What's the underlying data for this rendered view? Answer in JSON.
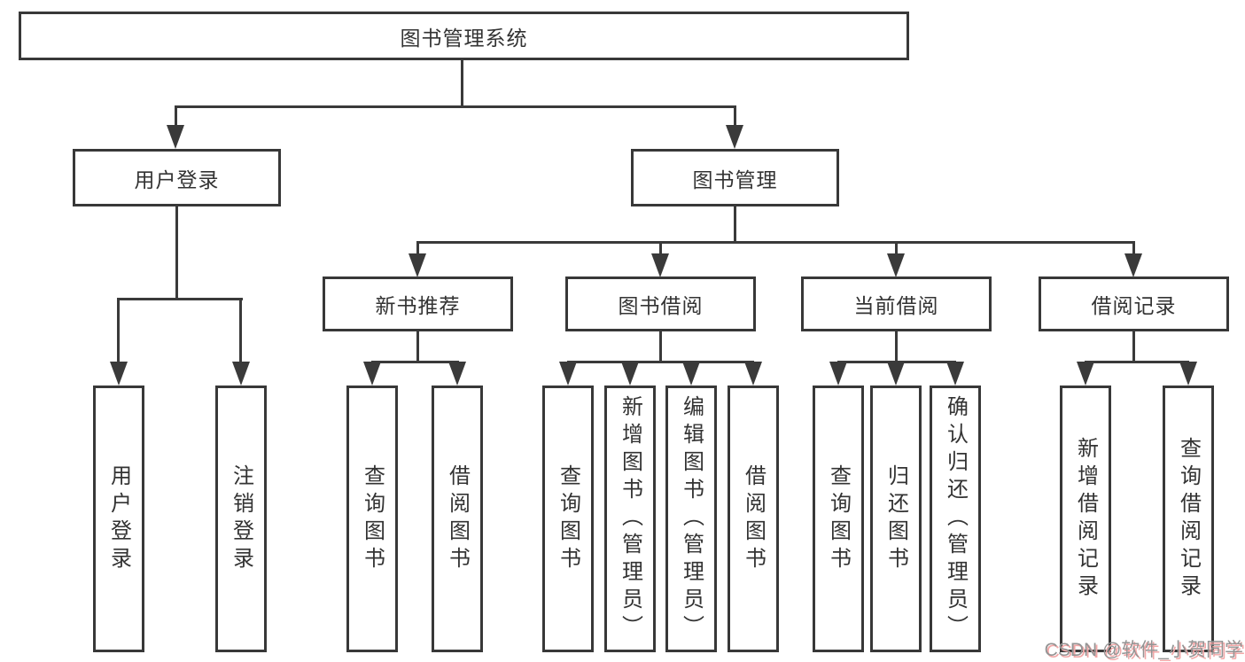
{
  "tree": {
    "root": "图书管理系统",
    "user_login": {
      "label": "用户登录",
      "children": [
        "用户登录",
        "注销登录"
      ]
    },
    "book_mgmt": {
      "label": "图书管理",
      "groups": [
        {
          "label": "新书推荐",
          "children": [
            "查询图书",
            "借阅图书"
          ]
        },
        {
          "label": "图书借阅",
          "children": [
            "查询图书",
            "新增图书（管理员）",
            "编辑图书（管理员）",
            "借阅图书"
          ]
        },
        {
          "label": "当前借阅",
          "children": [
            "查询图书",
            "归还图书",
            "确认归还（管理员）"
          ]
        },
        {
          "label": "借阅记录",
          "children": [
            "新增借阅记录",
            "查询借阅记录"
          ]
        }
      ]
    }
  },
  "watermark": {
    "text": "CSDN @软件_小贺同学"
  },
  "colors": {
    "line": "#3a3a3a",
    "box_border": "#383838",
    "text": "#333333",
    "watermark_gray": "#949494",
    "watermark_pink": "#f2a7a7",
    "background": "#ffffff"
  }
}
